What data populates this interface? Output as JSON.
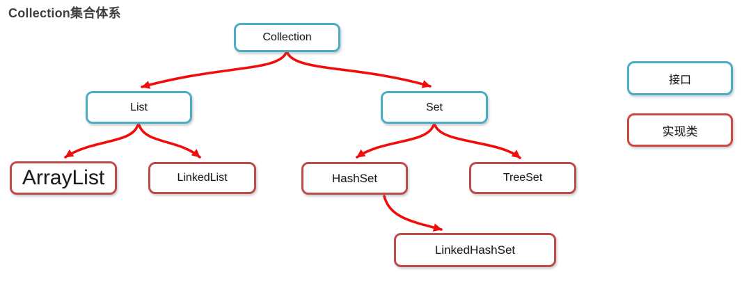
{
  "title": "Collection集合体系",
  "nodes": {
    "collection": "Collection",
    "list": "List",
    "set": "Set",
    "arraylist": "ArrayList",
    "linkedlist": "LinkedList",
    "hashset": "HashSet",
    "treeset": "TreeSet",
    "linkedhashset": "LinkedHashSet"
  },
  "legend": {
    "interface_label": "接口",
    "class_label": "实现类"
  },
  "edges": [
    {
      "from": "Collection",
      "to": "List"
    },
    {
      "from": "Collection",
      "to": "Set"
    },
    {
      "from": "List",
      "to": "ArrayList"
    },
    {
      "from": "List",
      "to": "LinkedList"
    },
    {
      "from": "Set",
      "to": "HashSet"
    },
    {
      "from": "Set",
      "to": "TreeSet"
    },
    {
      "from": "HashSet",
      "to": "LinkedHashSet"
    }
  ],
  "colors": {
    "interface_border": "#4BACC6",
    "class_border": "#BE4B48",
    "legend_class_border": "#CB4742",
    "arrow": "#F20D0D",
    "title": "#3F3F3F"
  }
}
